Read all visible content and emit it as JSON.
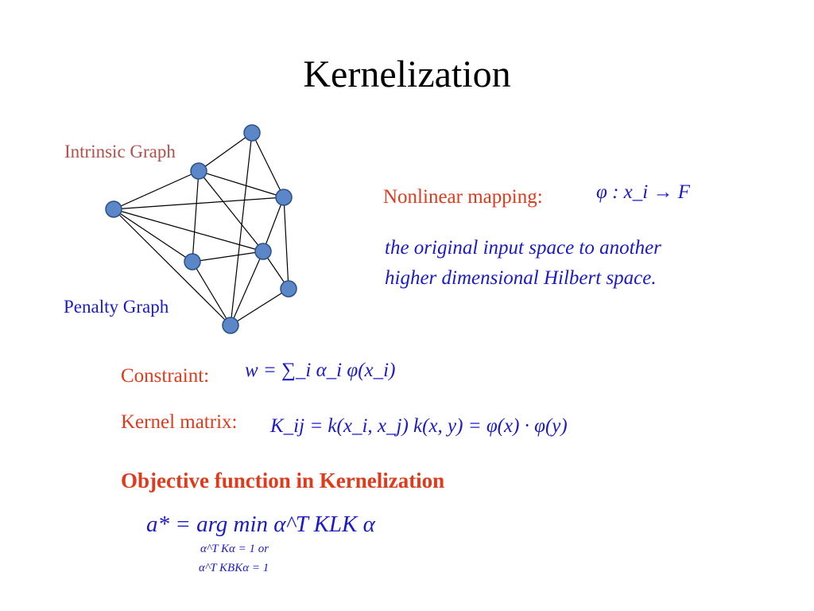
{
  "title": "Kernelization",
  "graph": {
    "intrinsic_label": "Intrinsic Graph",
    "penalty_label": "Penalty Graph",
    "node_color": "#5b86c7",
    "edge_color": "#000000"
  },
  "mapping": {
    "label": "Nonlinear mapping:",
    "formula": "φ : x_i → F",
    "description_line1": "the original input space to another",
    "description_line2": "higher dimensional Hilbert space."
  },
  "constraint": {
    "label": "Constraint:",
    "formula": "w = ∑_i α_i φ(x_i)"
  },
  "kernel": {
    "label": "Kernel matrix:",
    "formula": "K_ij = k(x_i, x_j)   k(x, y) = φ(x) · φ(y)"
  },
  "objective": {
    "heading": "Objective function in Kernelization",
    "formula": "a* = arg min α^T KLK α",
    "constraint1": "α^T Kα = 1 or",
    "constraint2": "α^T KBKα = 1"
  },
  "colors": {
    "text_blue": "#1a1ac8",
    "text_red": "#e03a1c",
    "intrinsic_label": "#b0504a"
  }
}
